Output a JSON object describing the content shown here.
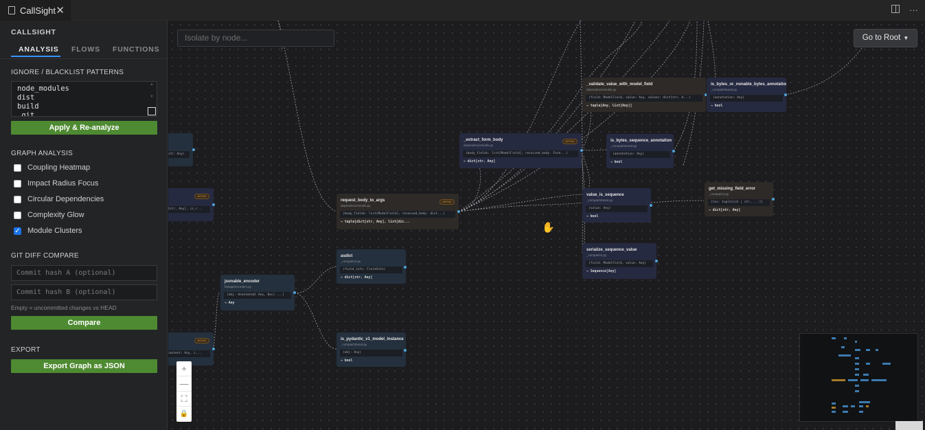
{
  "window": {
    "tab_title": "CallSight",
    "close": "✕",
    "more": "···"
  },
  "sidebar": {
    "title": "CALLSIGHT",
    "tabs": [
      {
        "label": "ANALYSIS"
      },
      {
        "label": "FLOWS"
      },
      {
        "label": "FUNCTIONS"
      }
    ],
    "ignore": {
      "heading": "IGNORE / BLACKLIST PATTERNS",
      "value": "node_modules\ndist\nbuild\n.git",
      "button": "Apply & Re-analyze"
    },
    "graph": {
      "heading": "GRAPH ANALYSIS",
      "options": [
        {
          "label": "Coupling Heatmap",
          "checked": false
        },
        {
          "label": "Impact Radius Focus",
          "checked": false
        },
        {
          "label": "Circular Dependencies",
          "checked": false
        },
        {
          "label": "Complexity Glow",
          "checked": false
        },
        {
          "label": "Module Clusters",
          "checked": true
        }
      ]
    },
    "git": {
      "heading": "GIT DIFF COMPARE",
      "hash_a_placeholder": "Commit hash A (optional)",
      "hash_b_placeholder": "Commit hash B (optional)",
      "note": "Empty = uncommitted changes vs HEAD",
      "button": "Compare"
    },
    "export": {
      "heading": "EXPORT",
      "button": "Export Graph as JSON"
    }
  },
  "canvas": {
    "isolate_placeholder": "Isolate by node...",
    "go_root": "Go to Root",
    "zoom_controls": [
      "+",
      "—",
      "⛶",
      "🔒"
    ]
  },
  "nodes": {
    "partial_left_1": {
      "sig": "ult: Any)"
    },
    "partial_left_2": {
      "badge": "ASYNC",
      "sig": "[str, Any], is_r..."
    },
    "partial_left_3": {
      "badge": "ASYNC",
      "sig": "content: Any, i..."
    },
    "jsonable_encoder": {
      "title": "jsonable_encoder",
      "file": "fastapi/encoders.py",
      "sig": "(obj: Annotated[ Any, Doc( ...)",
      "ret": "→ Any"
    },
    "request_body_to_args": {
      "title": "request_body_to_args",
      "file": "dependencies/utils.py",
      "badge": "ASYNC",
      "sig": "(body_fields: list[ModelField], received_body: dict...)",
      "ret": "→ tuple[dict[str, Any], list[dic..."
    },
    "asdict": {
      "title": "asdict",
      "file": "_compat/v2.py",
      "sig": "(field_info: FieldInfo)",
      "ret": "→ dict[str, Any]"
    },
    "is_pydantic_v1_model_instance": {
      "title": "is_pydantic_v1_model_instance",
      "file": "_compat/shared.py",
      "sig": "(obj: Any)",
      "ret": "→ bool"
    },
    "_extract_form_body": {
      "title": "_extract_form_body",
      "file": "dependencies/utils.py",
      "badge": "ASYNC",
      "sig": "(body_fields: list[ModelField], received_body: Form...)",
      "ret": "→ dict[str, Any]"
    },
    "_validate_value_with_model_field": {
      "title": "_validate_value_with_model_field",
      "file": "dependencies/utils.py",
      "sig": "(field: ModelField, value: Any, values: dict[str, A...)",
      "ret": "→ tuple[Any, list[Any]]"
    },
    "is_bytes_or_nonable_bytes_annotation": {
      "title": "is_bytes_or_nonable_bytes_annotation",
      "file": "_compat/shared.py",
      "sig": "(annotation: Any)",
      "ret": "→ bool"
    },
    "is_bytes_sequence_annotation": {
      "title": "is_bytes_sequence_annotation",
      "file": "_compat/shared.py",
      "sig": "(annotation: Any)",
      "ret": "→ bool"
    },
    "value_is_sequence": {
      "title": "value_is_sequence",
      "file": "_compat/shared.py",
      "sig": "(value: Any)",
      "ret": "→ bool"
    },
    "get_missing_field_error": {
      "title": "get_missing_field_error",
      "file": "_compat/v2.py",
      "sig": "(loc: tuple[int | str, ...])",
      "ret": "→ dict[str, Any]"
    },
    "serialize_sequence_value": {
      "title": "serialize_sequence_value",
      "file": "_compat/v2.py",
      "sig": "(field: ModelField, value: Any)",
      "ret": "→ Sequence[Any]"
    }
  },
  "colors": {
    "accent": "#3794ff",
    "button": "#4e8a31",
    "edge": "#c9ccd1",
    "port": "#4ea3d8",
    "async": "#d99a3a"
  }
}
